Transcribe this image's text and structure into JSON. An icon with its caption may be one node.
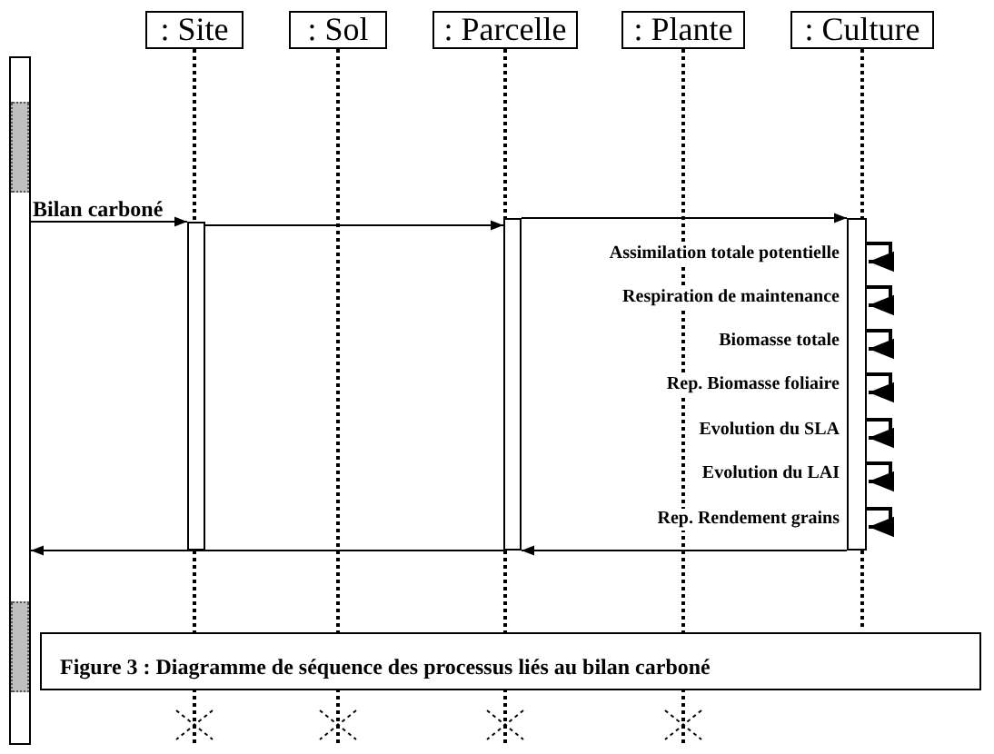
{
  "diagram": {
    "caption": "Figure 3 : Diagramme de séquence des processus liés au bilan carboné",
    "nodes": [
      {
        "text": [],
        "shape": "bar"
      },
      {
        "text": [
          ": Site"
        ]
      },
      {
        "text": [
          ": Sol"
        ]
      },
      {
        "text": [
          ": Parcelle"
        ]
      },
      {
        "text": [
          ": Plante"
        ]
      },
      {
        "text": [
          ": Culture"
        ]
      },
      {
        "text": [],
        "shape": "bar"
      },
      {
        "text": [],
        "shape": "bar"
      },
      {
        "text": [],
        "shape": "bar"
      }
    ],
    "edges": [
      {
        "from": 0,
        "to": 6,
        "arrow": "to",
        "label": "Bilan carboné"
      },
      {
        "from": 6,
        "to": 7,
        "arrow": "to"
      },
      {
        "from": 7,
        "to": 8,
        "arrow": "to"
      },
      {
        "from": 8,
        "to": 8,
        "arrow": "to",
        "label": "Assimilation totale potentielle"
      },
      {
        "from": 8,
        "to": 8,
        "arrow": "to",
        "label": "Respiration de maintenance"
      },
      {
        "from": 8,
        "to": 8,
        "arrow": "to",
        "label": "Biomasse totale"
      },
      {
        "from": 8,
        "to": 8,
        "arrow": "to",
        "label": "Rep. Biomasse foliaire"
      },
      {
        "from": 8,
        "to": 8,
        "arrow": "to",
        "label": "Evolution du SLA"
      },
      {
        "from": 8,
        "to": 8,
        "arrow": "to",
        "label": "Evolution du LAI"
      },
      {
        "from": 8,
        "to": 8,
        "arrow": "to",
        "label": "Rep. Rendement grains"
      },
      {
        "from": 8,
        "to": 7,
        "arrow": "to"
      },
      {
        "from": 7,
        "to": 0,
        "arrow": "to"
      }
    ]
  }
}
